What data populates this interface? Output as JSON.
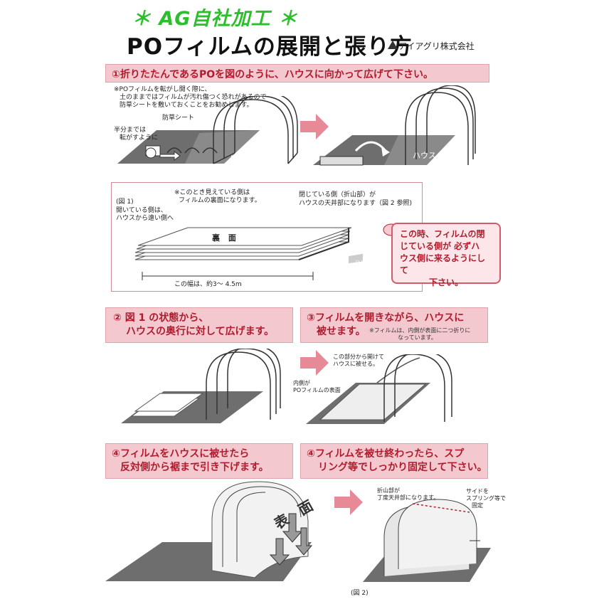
{
  "header": {
    "subtitle": "＊ AG自社加工 ＊",
    "title": "POフィルムの展開と張り方",
    "company": "アイアグリ株式会社"
  },
  "step1": {
    "banner": "①折りたたんであるPOを図のように、ハウスに向かって広げて下さい。",
    "note_lines": [
      "※POフィルムを転がし開く際に、",
      "土のままではフィルムが汚れ傷つく恐れがあるので",
      "防草シートを敷いておくことをお勧めします。"
    ],
    "label_sheet": "防草シート",
    "label_roll": [
      "半分までは",
      "転がすように"
    ],
    "label_house": "ハウス",
    "label_house2": "ハウス"
  },
  "figure1": {
    "fig_label": "(図 1)",
    "open_side": [
      "開いている側は、",
      "ハウスから遠い側へ"
    ],
    "back_note": [
      "※このとき見えている側は",
      "フィルムの裏面になります。"
    ],
    "closed_side": [
      "閉じている側（折山部）が",
      "ハウスの天井部になります（図 2 参照)"
    ],
    "surface_label": "裏 面",
    "width_label": "この幅は、約3～ 4.5m",
    "house_side": "ハウス側",
    "callout": [
      "この時、フィルムの閉",
      "じている側が 必ずハ",
      "ウス側に来るようにして",
      "下さい。"
    ]
  },
  "step2": {
    "banner": [
      "② 図 1 の状態から、",
      "ハウスの奥行に対して広げます。"
    ]
  },
  "step3": {
    "banner": [
      "③フィルムを開きながら、ハウスに",
      "被せます。"
    ],
    "note": [
      "※フィルムは、内側が表面に二つ折りに",
      "なっています。"
    ],
    "label_open": [
      "この部分から開けて",
      "ハウスに被せる。"
    ],
    "label_inside": [
      "内側が",
      "POフィルムの表面"
    ]
  },
  "step4a": {
    "banner": [
      "④フィルムをハウスに被せたら",
      "反対側から裾まで引き下げます。"
    ],
    "surface_label": "表 面"
  },
  "step4b": {
    "banner": [
      "④フィルムを被せ終わったら、スプ",
      "リング等でしっかり固定して下さい。"
    ],
    "label_fold": [
      "折山部が",
      "丁度天井部になります。"
    ],
    "label_side": [
      "サイドを",
      "スプリング等で",
      "固定"
    ],
    "fig_label": "(図 2)"
  },
  "colors": {
    "banner_bg": "#f3c9cf",
    "banner_text": "#b01c2e",
    "arrow": "#e58a96",
    "ground": "#6e6e6e",
    "green": "#2bbf2b"
  }
}
